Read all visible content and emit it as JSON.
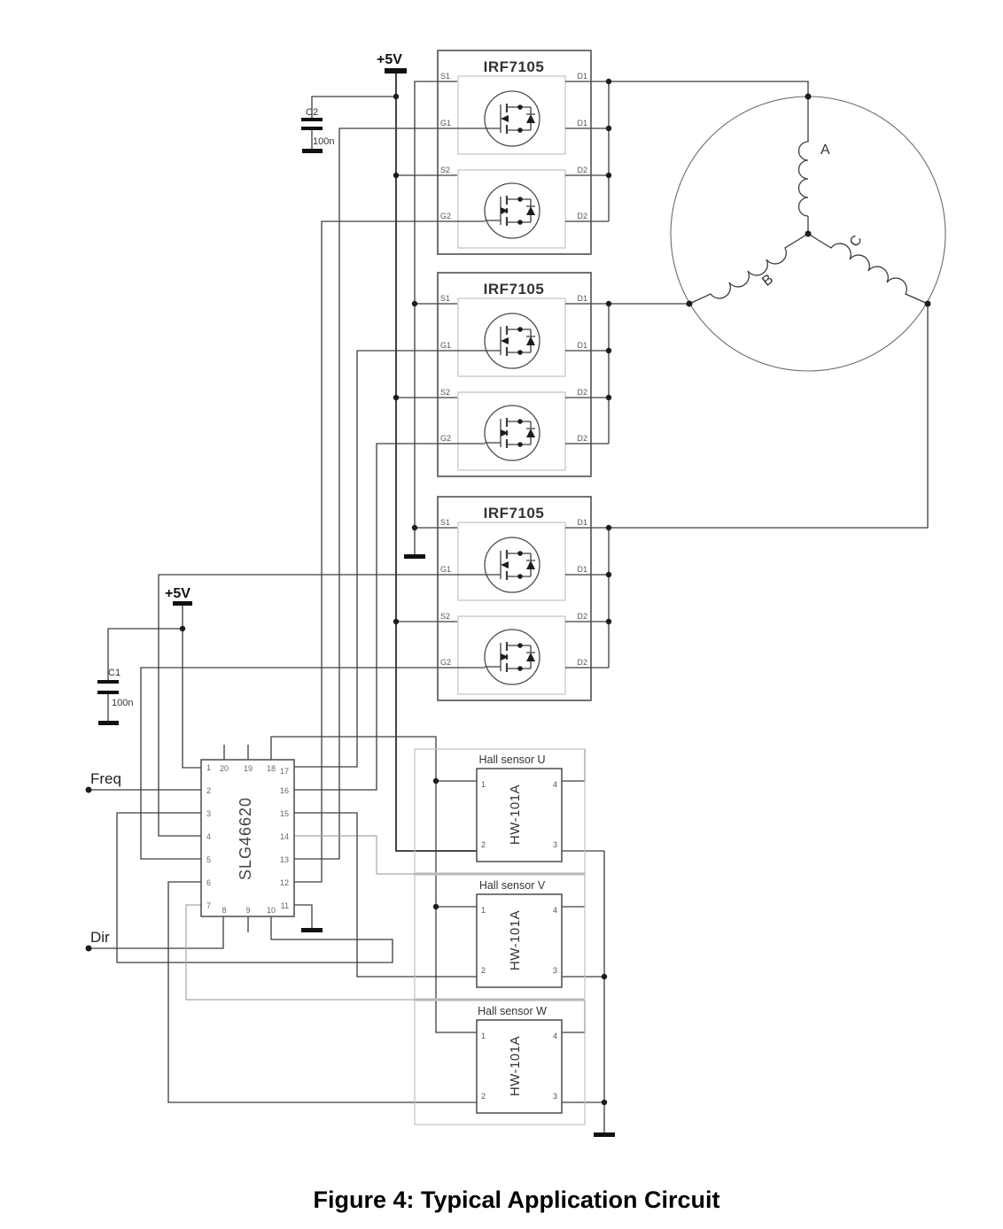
{
  "figure": {
    "caption": "Figure 4: Typical Application Circuit"
  },
  "power": {
    "rail_top_label": "+5V",
    "rail_left_label": "+5V"
  },
  "capacitors": {
    "c2": {
      "ref": "C2",
      "value": "100n"
    },
    "c1": {
      "ref": "C1",
      "value": "100n"
    }
  },
  "inputs": {
    "freq": "Freq",
    "dir": "Dir"
  },
  "driver_blocks": [
    {
      "title": "IRF7105",
      "left_pins": [
        "S1",
        "G1",
        "S2",
        "G2"
      ],
      "right_pins": [
        "D1",
        "D1",
        "D2",
        "D2"
      ]
    },
    {
      "title": "IRF7105",
      "left_pins": [
        "S1",
        "G1",
        "S2",
        "G2"
      ],
      "right_pins": [
        "D1",
        "D1",
        "D2",
        "D2"
      ]
    },
    {
      "title": "IRF7105",
      "left_pins": [
        "S1",
        "G1",
        "S2",
        "G2"
      ],
      "right_pins": [
        "D1",
        "D1",
        "D2",
        "D2"
      ]
    }
  ],
  "motor": {
    "winding_a": "A",
    "winding_b": "B",
    "winding_c": "C"
  },
  "controller": {
    "part": "SLG46620",
    "pins_left": [
      "1",
      "2",
      "3",
      "4",
      "5",
      "6",
      "7"
    ],
    "pins_top": [
      "20",
      "19",
      "18"
    ],
    "pins_right": [
      "17",
      "16",
      "15",
      "14",
      "13",
      "12",
      "11"
    ],
    "pins_bottom": [
      "8",
      "9",
      "10"
    ]
  },
  "hall_sensors": [
    {
      "title": "Hall sensor U",
      "part": "HW-101A",
      "pins": [
        "1",
        "2",
        "3",
        "4"
      ]
    },
    {
      "title": "Hall sensor V",
      "part": "HW-101A",
      "pins": [
        "1",
        "2",
        "3",
        "4"
      ]
    },
    {
      "title": "Hall sensor W",
      "part": "HW-101A",
      "pins": [
        "1",
        "2",
        "3",
        "4"
      ]
    }
  ]
}
